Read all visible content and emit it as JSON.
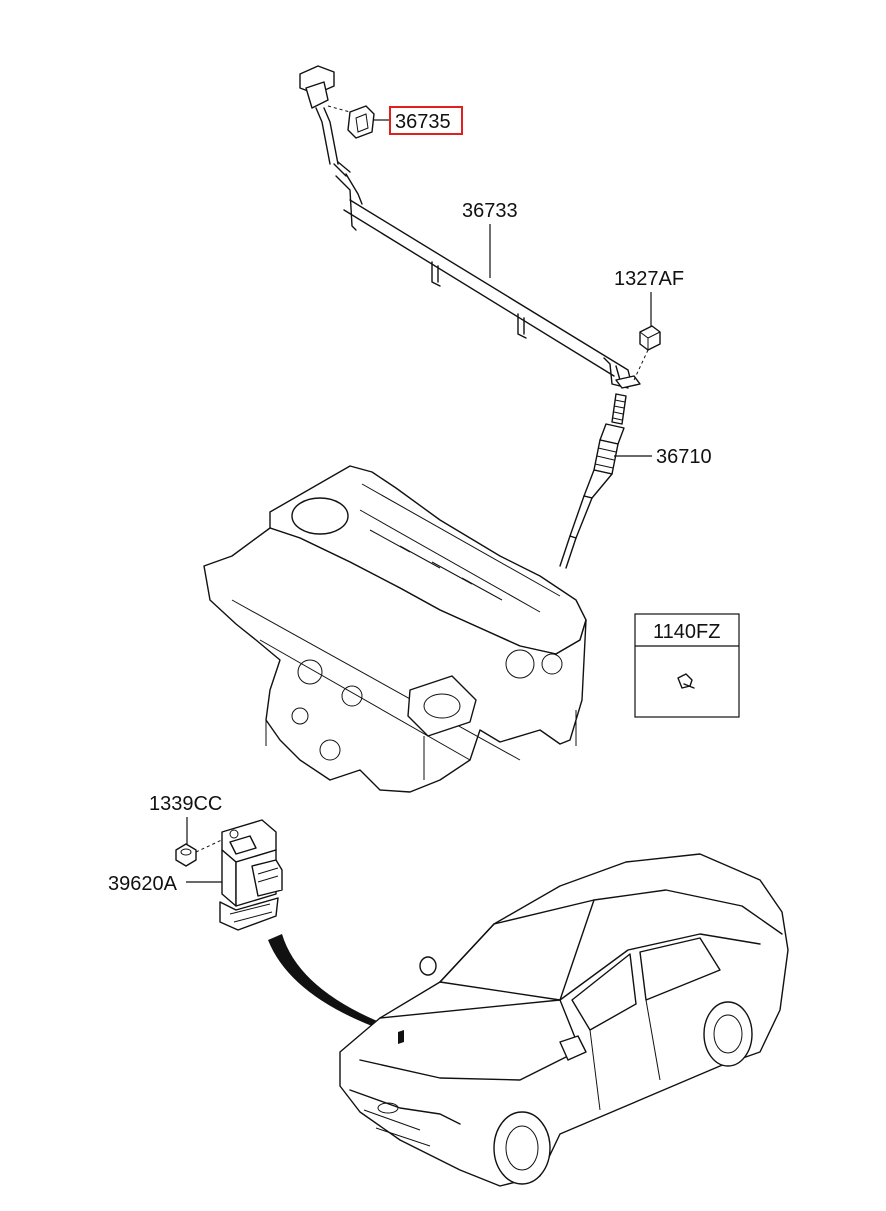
{
  "parts": {
    "connector_clip": "36735",
    "glow_plug_harness": "36733",
    "nut": "1327AF",
    "glow_plug": "36710",
    "bolt_box": "1140FZ",
    "controller_nut": "1339CC",
    "glow_plug_controller": "39620A"
  },
  "colors": {
    "highlight": "#e0201f",
    "line": "#111111",
    "background": "#ffffff"
  }
}
